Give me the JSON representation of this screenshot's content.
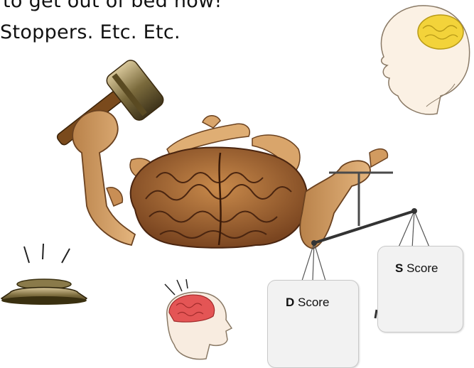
{
  "text_lines": [
    "to get out of bed now!",
    "Stoppers. Etc. Etc."
  ],
  "score_boxes": {
    "d": {
      "letter": "D",
      "word": "Score"
    },
    "s": {
      "letter": "S",
      "word": "Score"
    }
  },
  "colors": {
    "skin": "#d9a56b",
    "skin_dark": "#8a5a2b",
    "brain": "#b5733a",
    "brain_dark": "#6b3a16",
    "box_fill": "#f2f2f2",
    "box_border": "#c9c9c9"
  }
}
